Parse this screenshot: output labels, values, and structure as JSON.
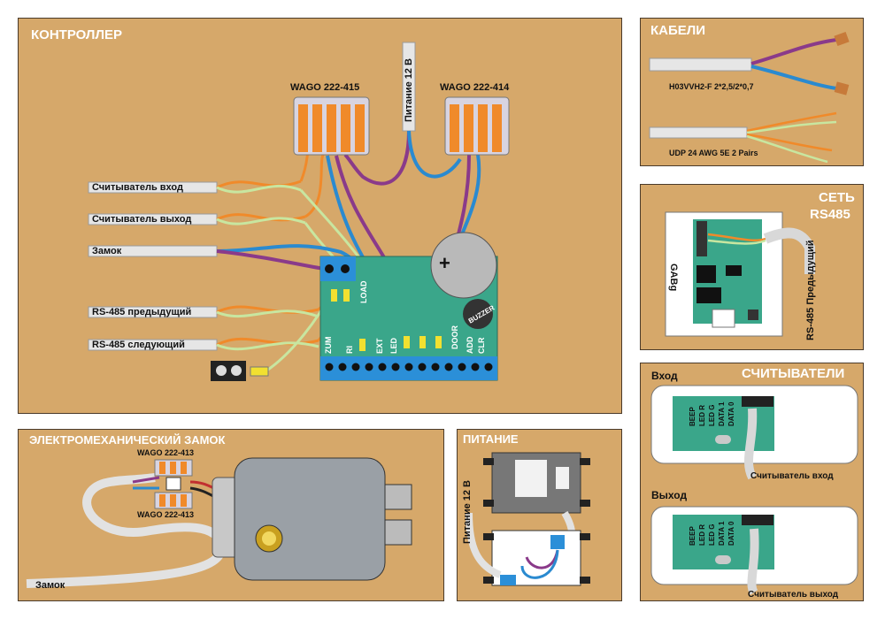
{
  "controller": {
    "title": "КОНТРОЛЛЕР",
    "wago_left": "WAGO 222-415",
    "wago_right": "WAGO 222-414",
    "power_label": "Питание 12 В",
    "reader_in": "Считыватель вход",
    "reader_out": "Считыватель выход",
    "lock": "Замок",
    "rs485_prev": "RS-485 предыдущий",
    "rs485_next": "RS-485 следующий",
    "board_labels": [
      "LOAD",
      "ZUM",
      "RI",
      "EXT",
      "LED",
      "DOOR",
      "ADD",
      "CLR"
    ]
  },
  "cables": {
    "title": "КАБЕЛИ",
    "cable1": "H03VVH2-F  2*2,5/2*0,7",
    "cable2": "UDP 24 AWG 5E 2 Pairs"
  },
  "network": {
    "title_line1": "СЕТЬ",
    "title_line2": "RS485",
    "terminal_labels": "GABg",
    "cable_label": "RS-485 Предыдущий"
  },
  "readers": {
    "title": "СЧИТЫВАТЕЛИ",
    "in_heading": "Вход",
    "out_heading": "Выход",
    "in_cable": "Считыватель вход",
    "out_cable": "Считыватель выход",
    "pins": [
      "BEEP",
      "LED R",
      "LED G",
      "DATA 1",
      "DATA 0"
    ]
  },
  "lock_panel": {
    "title": "ЭЛЕКТРОМЕХАНИЧЕСКИЙ ЗАМОК",
    "wago_top": "WAGO 222-413",
    "wago_bottom": "WAGO 222-413",
    "cable_label": "Замок"
  },
  "power": {
    "title": "ПИТАНИЕ",
    "cable_label": "Питание 12 В"
  },
  "colors": {
    "panel": "#d6a86a",
    "board": "#3aa68a",
    "terminal": "#2b8fd8",
    "wire_purple": "#8a3a8a",
    "wire_blue": "#2a8ad0",
    "wire_orange": "#f08a2a",
    "wire_green": "#c8e6a0"
  }
}
